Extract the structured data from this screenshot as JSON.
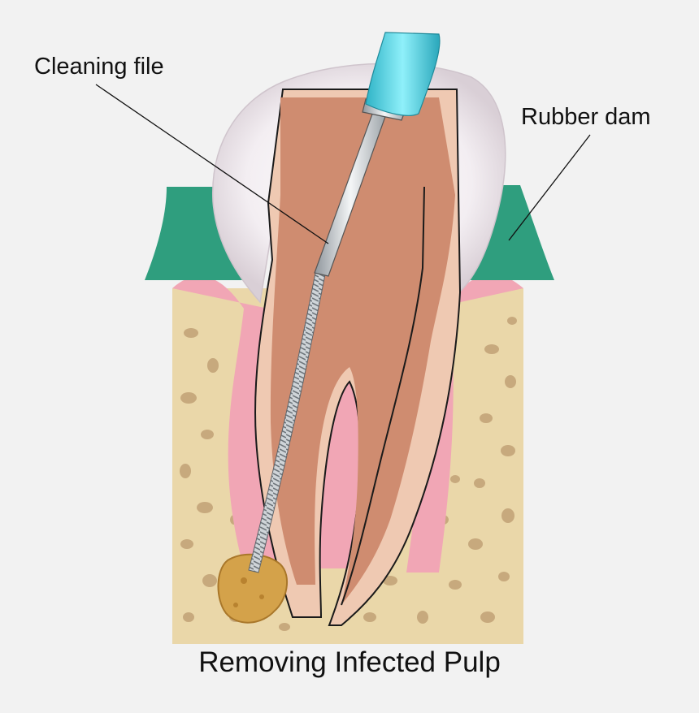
{
  "labels": {
    "cleaning_file": "Cleaning file",
    "rubber_dam": "Rubber dam"
  },
  "caption": "Removing Infected Pulp",
  "colors": {
    "background": "#f2f2f2",
    "gum": "#2f9e7e",
    "gingiva": "#f1a6b5",
    "bone": "#ead7a9",
    "bone_pores": "#c7a97d",
    "dentin": "#efc9b2",
    "pulp": "#cf8c70",
    "instrument_handle": "#4fd0e0",
    "file_metal": "#c9ced3",
    "infection": "#d4a24a"
  },
  "icons": [
    "tooth-illustration",
    "cleaning-file-instrument",
    "rubber-dam",
    "infected-abscess"
  ]
}
